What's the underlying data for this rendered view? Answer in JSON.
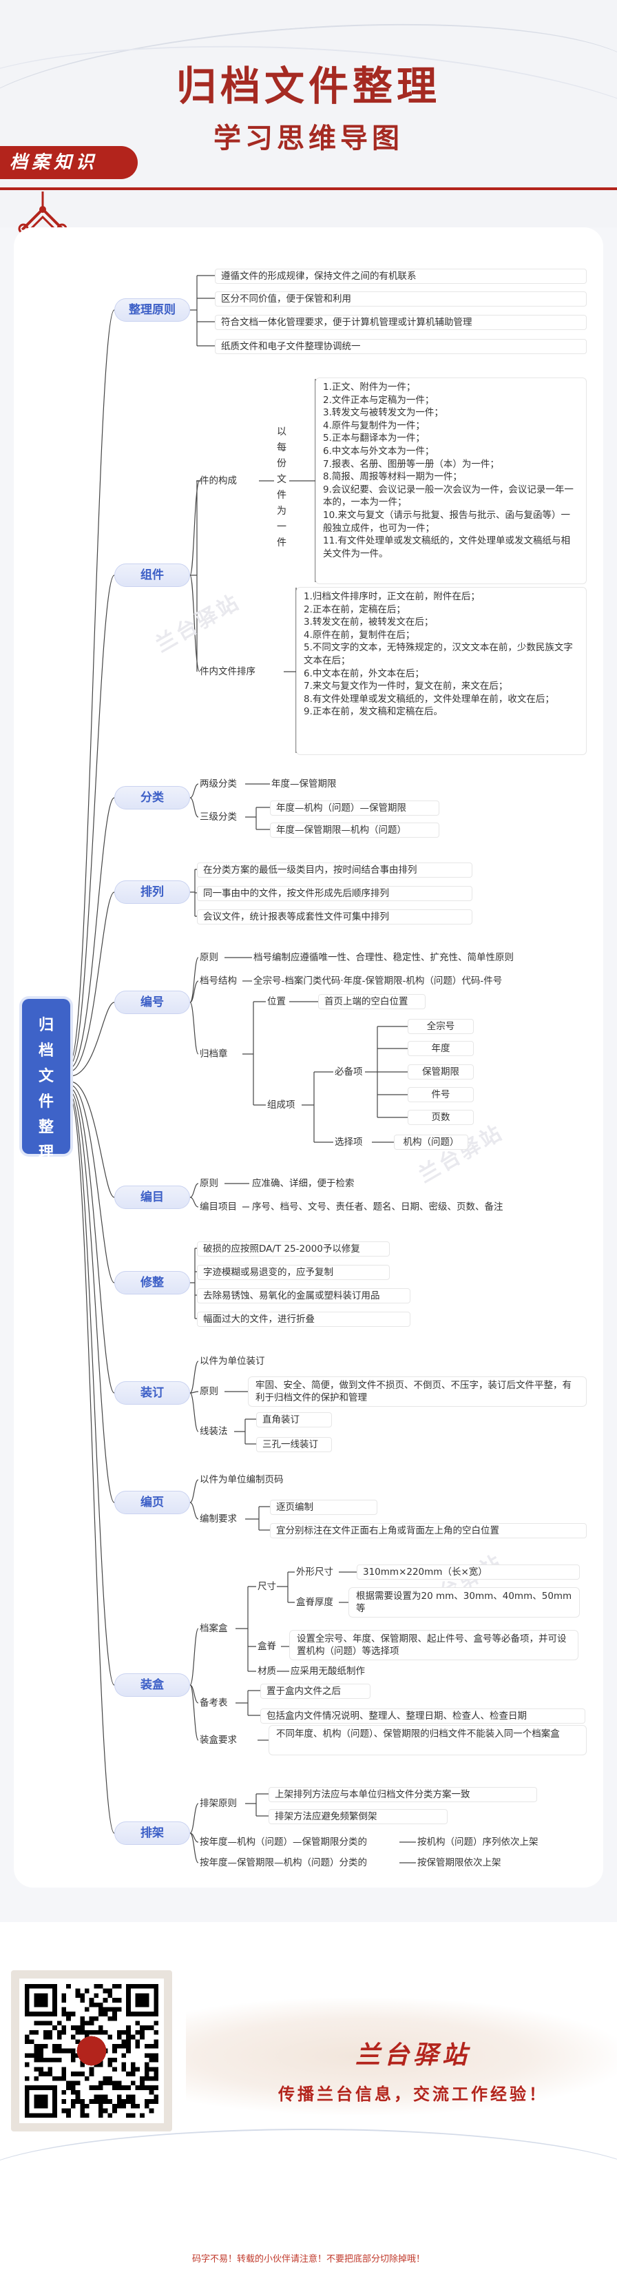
{
  "header": {
    "title": "归档文件整理",
    "subtitle": "学习思维导图",
    "ribbon": "档案知识"
  },
  "root": "归档文件整理",
  "watermark": "兰台驿站",
  "branches": {
    "b1": {
      "label": "整理原则",
      "items": [
        "遵循文件的形成规律，保持文件之间的有机联系",
        "区分不同价值，便于保管和利用",
        "符合文档一体化管理要求，便于计算机管理或计算机辅助管理",
        "纸质文件和电子文件整理协调统一"
      ]
    },
    "b2": {
      "label": "组件",
      "sub1": "件的构成",
      "vtext": "以每份文件为一件",
      "list1": [
        "1.正文、附件为一件；",
        "2.文件正本与定稿为一件；",
        "3.转发文与被转发文为一件；",
        "4.原件与复制件为一件；",
        "5.正本与翻译本为一件；",
        "6.中文本与外文本为一件；",
        "7.报表、名册、图册等一册（本）为一件；",
        "8.简报、周报等材料一期为一件；",
        "9.会议纪要、会议记录一般一次会议为一件，会议记录一年一本的，一本为一件；",
        "10.来文与复文（请示与批复、报告与批示、函与复函等）一般独立成件，也可为一件；",
        "11.有文件处理单或发文稿纸的，文件处理单或发文稿纸与相关文件为一件。"
      ],
      "sub2": "件内文件排序",
      "list2": [
        "1.归档文件排序时，正文在前，附件在后；",
        "2.正本在前，定稿在后；",
        "3.转发文在前，被转发文在后；",
        "4.原件在前，复制件在后；",
        "5.不同文字的文本，无特殊规定的，汉文文本在前，少数民族文字文本在后；",
        "6.中文本在前，外文本在后；",
        "7.来文与复文作为一件时，复文在前，来文在后；",
        "8.有文件处理单或发文稿纸的，文件处理单在前，收文在后；",
        "9.正本在前，发文稿和定稿在后。"
      ]
    },
    "b3": {
      "label": "分类",
      "two": "两级分类",
      "two_item": "年度—保管期限",
      "three": "三级分类",
      "three_items": [
        "年度—机构（问题）—保管期限",
        "年度—保管期限—机构（问题）"
      ]
    },
    "b4": {
      "label": "排列",
      "items": [
        "在分类方案的最低一级类目内，按时间结合事由排列",
        "同一事由中的文件，按文件形成先后顺序排列",
        "会议文件，统计报表等成套性文件可集中排列"
      ]
    },
    "b5": {
      "label": "编号",
      "principle": "原则",
      "principle_item": "档号编制应遵循唯一性、合理性、稳定性、扩充性、简单性原则",
      "structure": "档号结构",
      "structure_item": "全宗号-档案门类代码·年度-保管期限-机构（问题）代码-件号",
      "stamp": "归档章",
      "position": "位置",
      "position_item": "首页上端的空白位置",
      "compose": "组成项",
      "required": "必备项",
      "required_items": [
        "全宗号",
        "年度",
        "保管期限",
        "件号",
        "页数"
      ],
      "optional": "选择项",
      "optional_item": "机构（问题）"
    },
    "b6": {
      "label": "编目",
      "principle": "原则",
      "principle_item": "应准确、详细，便于检索",
      "items_label": "编目项目",
      "items_value": "序号、档号、文号、责任者、题名、日期、密级、页数、备注"
    },
    "b7": {
      "label": "修整",
      "items": [
        "破损的应按照DA/T 25-2000予以修复",
        "字迹模糊或易退变的，应予复制",
        "去除易锈蚀、易氧化的金属或塑料装订用品",
        "幅面过大的文件，进行折叠"
      ]
    },
    "b8": {
      "label": "装订",
      "unit": "以件为单位装订",
      "principle": "原则",
      "principle_item": "牢固、安全、简便，做到文件不损页、不倒页、不压字，装订后文件平整，有利于归档文件的保护和管理",
      "method": "线装法",
      "methods": [
        "直角装订",
        "三孔一线装订"
      ]
    },
    "b9": {
      "label": "编页",
      "unit": "以件为单位编制页码",
      "req": "编制要求",
      "req_items": [
        "逐页编制",
        "宜分别标注在文件正面右上角或背面左上角的空白位置"
      ]
    },
    "b10": {
      "label": "装盒",
      "box": "档案盒",
      "dims": "尺寸",
      "size": "外形尺寸",
      "size_value": "310mm×220mm（长×宽）",
      "thick": "盒脊厚度",
      "thick_value": "根据需要设置为20 mm、30mm、40mm、50mm等",
      "spine": "盒脊",
      "spine_value": "设置全宗号、年度、保管期限、起止件号、盒号等必备项，并可设置机构（问题）等选择项",
      "material": "材质",
      "material_value": "应采用无酸纸制作",
      "note": "备考表",
      "note_items": [
        "置于盒内文件之后",
        "包括盒内文件情况说明、整理人、整理日期、检查人、检查日期"
      ],
      "req": "装盒要求",
      "req_value": "不同年度、机构（问题）、保管期限的归档文件不能装入同一个档案盒"
    },
    "b11": {
      "label": "排架",
      "principle": "排架原则",
      "principle_items": [
        "上架排列方法应与本单位归档文件分类方案一致",
        "排架方法应避免频繁倒架"
      ],
      "a": "按年度—机构（问题）—保管期限分类的",
      "a_value": "按机构（问题）序列依次上架",
      "b": "按年度—保管期限—机构（问题）分类的",
      "b_value": "按保管期限依次上架"
    }
  },
  "footer": {
    "brand": "兰台驿站",
    "slogan": "传播兰台信息，交流工作经验！",
    "notice": "码字不易！转载的小伙伴请注意！不要把底部分切除掉哦！"
  }
}
